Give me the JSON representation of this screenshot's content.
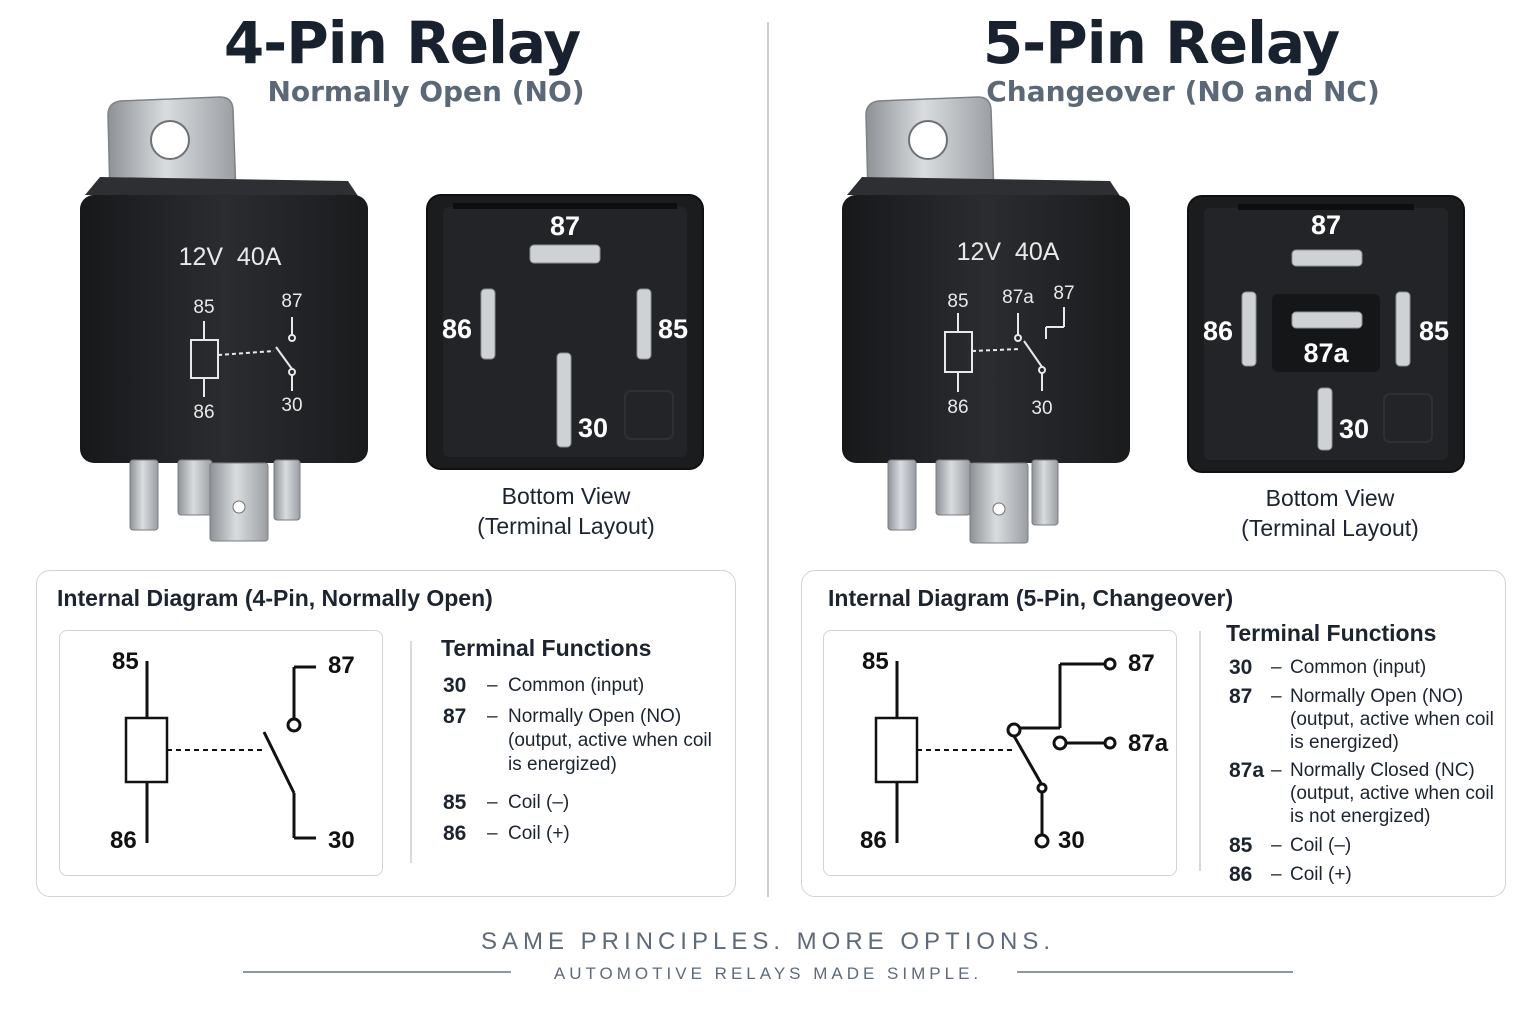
{
  "left": {
    "title": "4-Pin Relay",
    "subtitle": "Normally Open (NO)",
    "case_rating": "12V  40A",
    "case_pins": {
      "p85": "85",
      "p87": "87",
      "p86": "86",
      "p30": "30"
    },
    "bottom_view": {
      "pins": {
        "p87": "87",
        "p86": "86",
        "p85": "85",
        "p30": "30"
      },
      "label_line1": "Bottom View",
      "label_line2": "(Terminal Layout)"
    },
    "diagram": {
      "title": "Internal Diagram (4-Pin, Normally Open)",
      "pins": {
        "p85": "85",
        "p87": "87",
        "p86": "86",
        "p30": "30"
      }
    },
    "terminal_functions": {
      "title": "Terminal Functions",
      "rows": [
        {
          "pin": "30",
          "dash": "–",
          "lines": [
            "Common (input)"
          ]
        },
        {
          "pin": "87",
          "dash": "–",
          "lines": [
            "Normally Open (NO)",
            "(output, active when coil",
            "is energized)"
          ]
        },
        {
          "pin": "85",
          "dash": "–",
          "lines": [
            "Coil (–)"
          ]
        },
        {
          "pin": "86",
          "dash": "–",
          "lines": [
            "Coil (+)"
          ]
        }
      ]
    }
  },
  "right": {
    "title": "5-Pin Relay",
    "subtitle": "Changeover (NO and NC)",
    "case_rating": "12V  40A",
    "case_pins": {
      "p85": "85",
      "p87a": "87a",
      "p87": "87",
      "p86": "86",
      "p30": "30"
    },
    "bottom_view": {
      "pins": {
        "p87": "87",
        "p86": "86",
        "p85": "85",
        "p87a": "87a",
        "p30": "30"
      },
      "label_line1": "Bottom View",
      "label_line2": "(Terminal Layout)"
    },
    "diagram": {
      "title": "Internal Diagram (5-Pin, Changeover)",
      "pins": {
        "p85": "85",
        "p87": "87",
        "p87a": "87a",
        "p86": "86",
        "p30": "30"
      }
    },
    "terminal_functions": {
      "title": "Terminal Functions",
      "rows": [
        {
          "pin": "30",
          "dash": "–",
          "lines": [
            "Common (input)"
          ]
        },
        {
          "pin": "87",
          "dash": "–",
          "lines": [
            "Normally Open (NO)",
            "(output, active when coil",
            "is energized)"
          ]
        },
        {
          "pin": "87a",
          "dash": "–",
          "lines": [
            "Normally Closed (NC)",
            "(output, active when coil",
            "is not energized)"
          ]
        },
        {
          "pin": "85",
          "dash": "–",
          "lines": [
            "Coil (–)"
          ]
        },
        {
          "pin": "86",
          "dash": "–",
          "lines": [
            "Coil (+)"
          ]
        }
      ]
    }
  },
  "footer": {
    "line1": "SAME PRINCIPLES. MORE OPTIONS.",
    "line2": "AUTOMOTIVE RELAYS MADE SIMPLE."
  },
  "colors": {
    "relay_body": "#1f2124",
    "metal": "#b9bdc1",
    "text_dark": "#1c2430",
    "text_muted": "#5b6877",
    "border": "#cfd4da"
  }
}
